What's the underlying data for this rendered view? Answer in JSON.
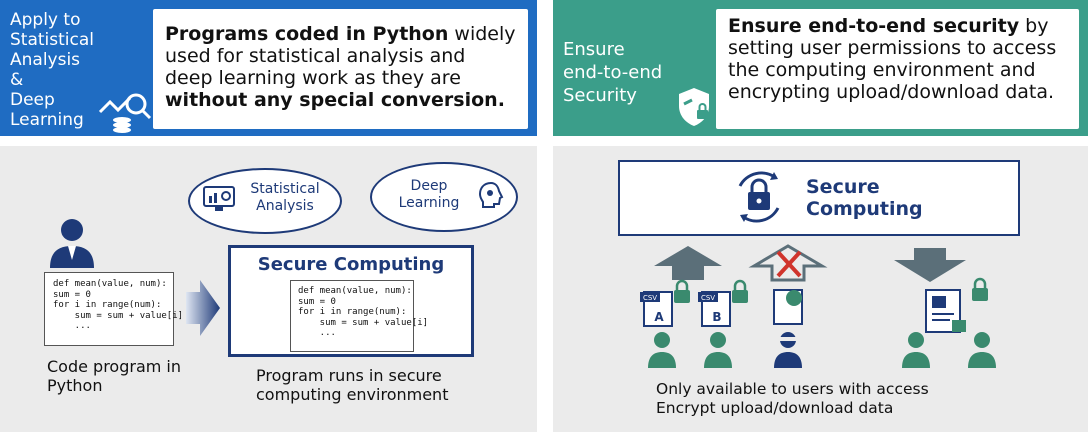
{
  "left": {
    "header": {
      "title_lines": [
        "Apply to",
        "Statistical",
        "Analysis",
        "&",
        "Deep",
        "Learning"
      ],
      "desc": {
        "bold1": "Programs coded in Python",
        "mid": " widely used for statistical analysis and deep learning work as they are ",
        "bold2": "without any special conversion."
      }
    },
    "bubbles": {
      "stat": "Statistical Analysis",
      "deep": "Deep Learning"
    },
    "code_lines": [
      "def mean(value, num):",
      "sum = 0",
      "for i in range(num):",
      "    sum = sum + value[i]",
      "    ..."
    ],
    "secure_title": "Secure Computing",
    "caption_left": "Code program in Python",
    "caption_right": "Program runs in secure computing environment"
  },
  "right": {
    "header": {
      "title_lines": [
        "Ensure",
        "end-to-end",
        "Security"
      ],
      "desc": {
        "bold1": "Ensure end-to-end security",
        "rest": " by setting user permissions to access the computing environment and encrypting upload/download data."
      }
    },
    "secure_title_lines": [
      "Secure",
      "Computing"
    ],
    "csv_label": "CSV",
    "file_a": "A",
    "file_b": "B",
    "caption_lines": [
      "Only available to users with access",
      "Encrypt upload/download data"
    ]
  },
  "colors": {
    "left_header": "#1f6cc2",
    "right_header": "#3b9e8a",
    "navy": "#1e3a78",
    "icon_green": "#3a8a6e",
    "cross_red": "#d0342c"
  }
}
